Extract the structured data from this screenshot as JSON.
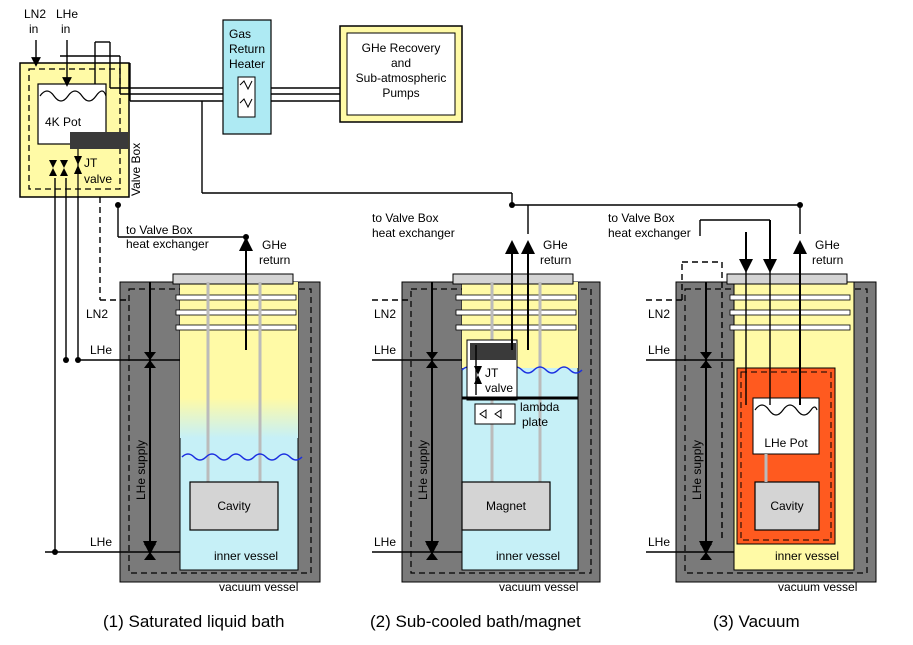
{
  "valve_box": {
    "ln2_in_l1": "LN2",
    "ln2_in_l2": "in",
    "lhe_in_l1": "LHe",
    "lhe_in_l2": "in",
    "pot": "4K Pot",
    "jt_l1": "JT",
    "jt_l2": "valve",
    "title": "Valve Box"
  },
  "heater": {
    "l1": "Gas",
    "l2": "Return",
    "l3": "Heater"
  },
  "recovery": {
    "l1": "GHe Recovery",
    "l2": "and",
    "l3": "Sub-atmospheric",
    "l4": "Pumps"
  },
  "panel1": {
    "hx_l1": "to Valve Box",
    "hx_l2": "heat exchanger",
    "ghe_l1": "GHe",
    "ghe_l2": "return",
    "ln2": "LN2",
    "lhe_top": "LHe",
    "lhe_bottom": "LHe",
    "supply": "LHe supply",
    "cavity": "Cavity",
    "inner": "inner vessel",
    "vacuum": "vacuum vessel",
    "caption": "(1) Saturated liquid bath"
  },
  "panel2": {
    "hx_l1": "to Valve Box",
    "hx_l2": "heat exchanger",
    "ghe_l1": "GHe",
    "ghe_l2": "return",
    "ln2": "LN2",
    "lhe_top": "LHe",
    "lhe_bottom": "LHe",
    "supply": "LHe supply",
    "jt_l1": "JT",
    "jt_l2": "valve",
    "lambda_l1": "lambda",
    "lambda_l2": "plate",
    "magnet": "Magnet",
    "inner": "inner vessel",
    "vacuum": "vacuum vessel",
    "caption": "(2) Sub-cooled bath/magnet"
  },
  "panel3": {
    "hx_l1": "to Valve Box",
    "hx_l2": "heat exchanger",
    "ghe_l1": "GHe",
    "ghe_l2": "return",
    "ln2": "LN2",
    "lhe_top": "LHe",
    "lhe_bottom": "LHe",
    "supply": "LHe supply",
    "pot": "LHe Pot",
    "cavity": "Cavity",
    "inner": "inner vessel",
    "vacuum": "vacuum vessel",
    "caption": "(3) Vacuum"
  },
  "colors": {
    "yellow": "#fffaa6",
    "cyan": "#c6f0f7",
    "gray_dark": "#7a7a7a",
    "gray_light": "#d4d4d4",
    "orange": "#ff5a1f",
    "dark": "#3a3a3a",
    "wave": "#1a2ee0",
    "heater_bg": "#aeeaf3"
  }
}
